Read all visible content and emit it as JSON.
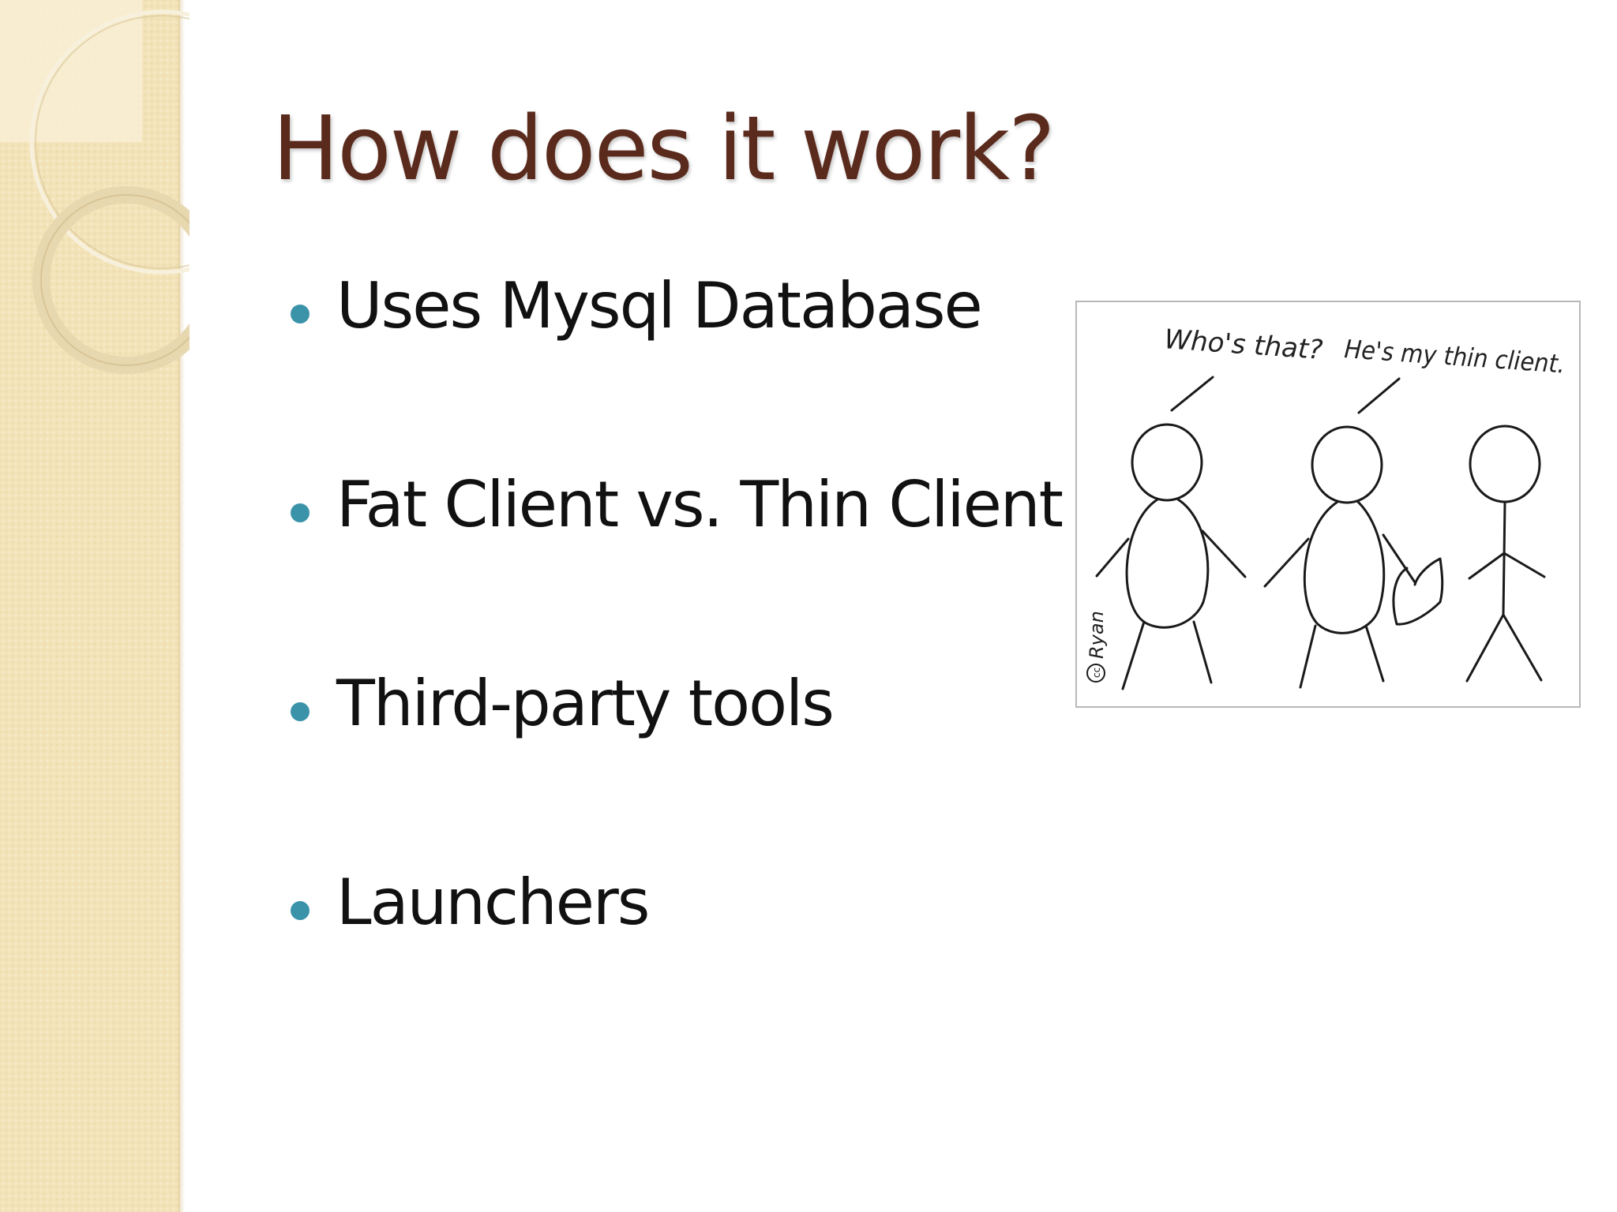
{
  "slide": {
    "title": "How does it work?",
    "bullets": [
      "Uses Mysql Database",
      "Fat Client vs. Thin Client",
      "Third-party tools",
      "Launchers"
    ],
    "cartoon": {
      "speech_left": "Who's that?",
      "speech_right": "He's my thin client.",
      "credit": "Ryan"
    }
  },
  "colors": {
    "title": "#5a2a1c",
    "bullet_dot": "#3b93a9",
    "side_strip": "#f3e3b8"
  },
  "icons": [
    "decorative-circles",
    "bullet-dot",
    "creative-commons-icon"
  ]
}
